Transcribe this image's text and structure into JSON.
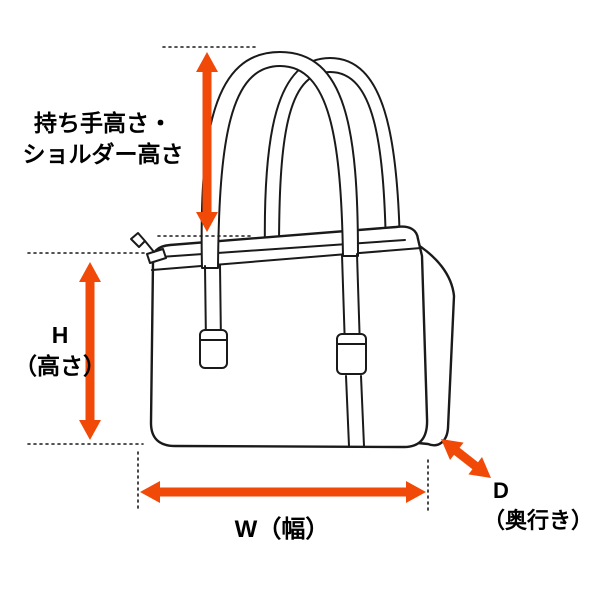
{
  "illustration": {
    "subject": "boston-bag line drawing with two handles, top zipper, front strap tabs and right side gusset"
  },
  "labels": {
    "handle_height": {
      "line1": "持ち手高さ・",
      "line2": "ショルダー高さ"
    },
    "height": {
      "line1": "H",
      "line2": "（高さ）"
    },
    "width": {
      "text": "W（幅）"
    },
    "depth": {
      "line1": "D",
      "line2": "（奥行き）"
    }
  },
  "colors": {
    "arrow": "#F14A08",
    "outline": "#1A1A1A",
    "background": "#FFFFFF"
  },
  "icons": {
    "handle_height_arrow": "vertical double-headed arrow",
    "height_arrow": "vertical double-headed arrow",
    "width_arrow": "horizontal double-headed arrow",
    "depth_arrow": "diagonal double-headed arrow"
  }
}
